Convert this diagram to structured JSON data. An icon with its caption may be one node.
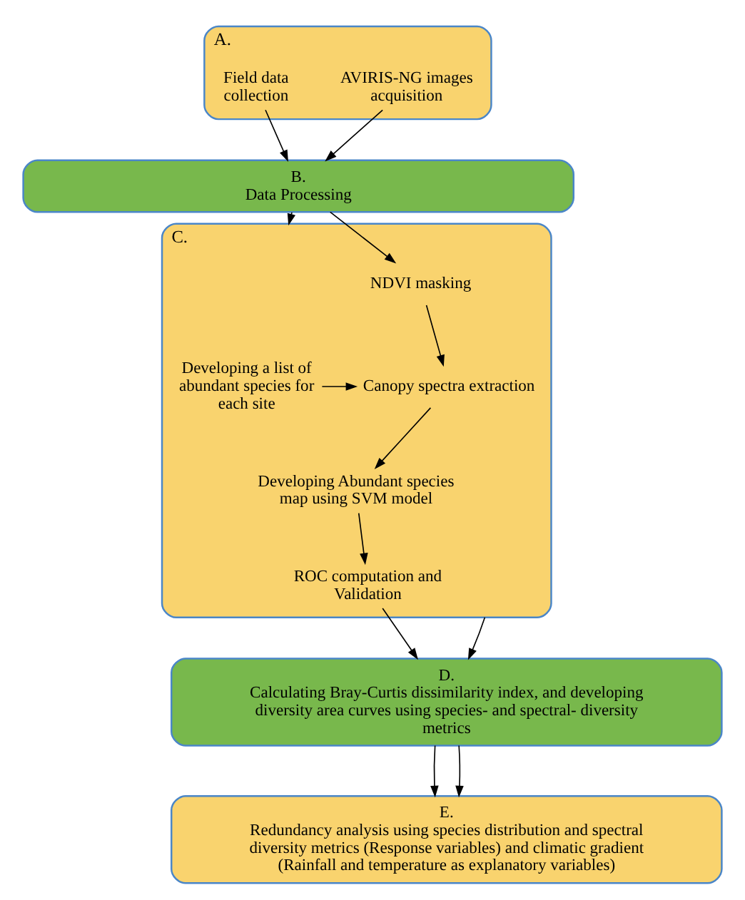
{
  "diagram": {
    "nodes": [
      {
        "text": [
          "A."
        ]
      },
      {
        "text": [
          "Field data collection"
        ],
        "in": 0
      },
      {
        "text": [
          "AVIRIS-NG images acquisition"
        ],
        "in": 0
      },
      {
        "text": [
          "B.",
          "Data Processing"
        ]
      },
      {
        "text": [
          "C."
        ]
      },
      {
        "text": [
          "Developing a list of abundant species for each site"
        ],
        "in": 4
      },
      {
        "text": [
          "NDVI masking"
        ],
        "in": 4
      },
      {
        "text": [
          "Canopy spectra extraction"
        ],
        "in": 4
      },
      {
        "text": [
          "Developing Abundant species map using SVM model"
        ],
        "in": 4
      },
      {
        "text": [
          "ROC computation and Validation"
        ],
        "in": 4
      },
      {
        "text": [
          "D.",
          "Calculating Bray-Curtis dissimilarity index, and developing diversity area curves using species- and spectral- diversity metrics"
        ]
      },
      {
        "text": [
          "E.",
          "Redundancy analysis using species distribution and spectral diversity metrics (Response variables) and climatic gradient (Rainfall and temperature as explanatory variables)"
        ]
      }
    ],
    "edges": [
      {
        "from": 1,
        "to": 3,
        "arrow": "to"
      },
      {
        "from": 2,
        "to": 3,
        "arrow": "to"
      },
      {
        "from": 3,
        "to": 4,
        "arrow": "to"
      },
      {
        "from": 3,
        "to": 6,
        "arrow": "to"
      },
      {
        "from": 5,
        "to": 7,
        "arrow": "to"
      },
      {
        "from": 6,
        "to": 7,
        "arrow": "to"
      },
      {
        "from": 7,
        "to": 8,
        "arrow": "to"
      },
      {
        "from": 8,
        "to": 9,
        "arrow": "to"
      },
      {
        "from": 4,
        "to": 10,
        "arrow": "to"
      },
      {
        "from": 9,
        "to": 10,
        "arrow": "to"
      },
      {
        "from": 10,
        "to": 11,
        "arrow": "to"
      },
      {
        "from": 10,
        "to": 11,
        "arrow": "to"
      }
    ]
  }
}
